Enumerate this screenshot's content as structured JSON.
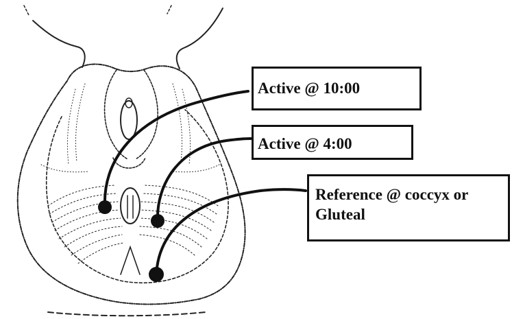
{
  "labels": {
    "active_1000": "Active @ 10:00",
    "active_400": "Active @ 4:00",
    "reference": "Reference @ coccyx or Gluteal"
  },
  "colors": {
    "ink": "#111111",
    "background": "#ffffff"
  }
}
